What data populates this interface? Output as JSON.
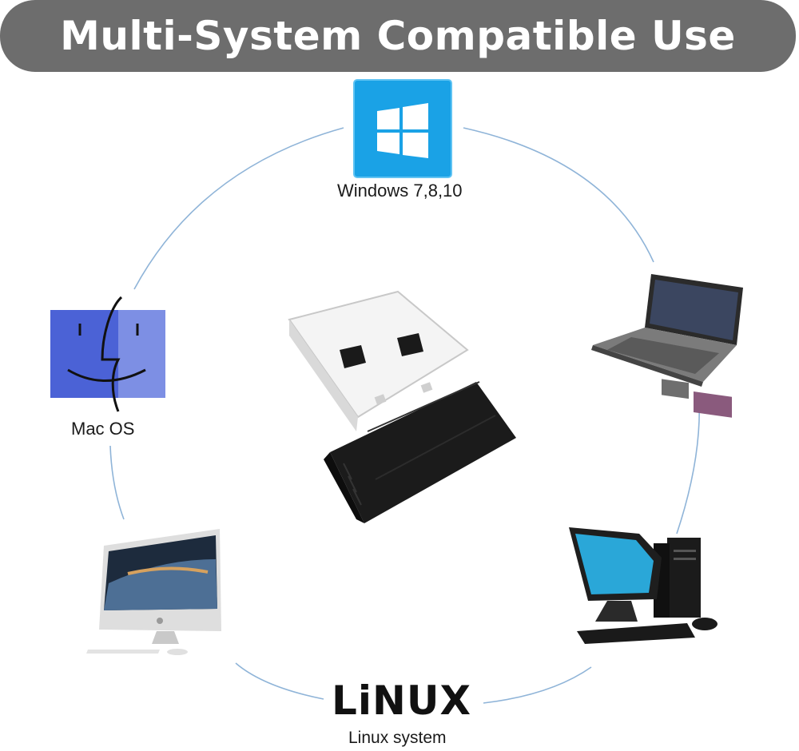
{
  "banner": {
    "title": "Multi-System Compatible Use"
  },
  "windows": {
    "label": "Windows 7,8,10",
    "tile_color": "#1aa2e6",
    "icon": "windows-logo-icon"
  },
  "mac": {
    "label": "Mac OS",
    "tile_color": "#4b62d6",
    "icon": "mac-finder-icon"
  },
  "linux": {
    "logo_text": "LiNUX",
    "label": "Linux system"
  },
  "devices": {
    "laptop": "laptop-icon",
    "desktop_tower": "desktop-tower-icon",
    "imac": "imac-icon",
    "usb_dongle": "usb-dongle-icon"
  },
  "colors": {
    "banner": "#6d6d6d",
    "circle": "#8fb4d8"
  }
}
